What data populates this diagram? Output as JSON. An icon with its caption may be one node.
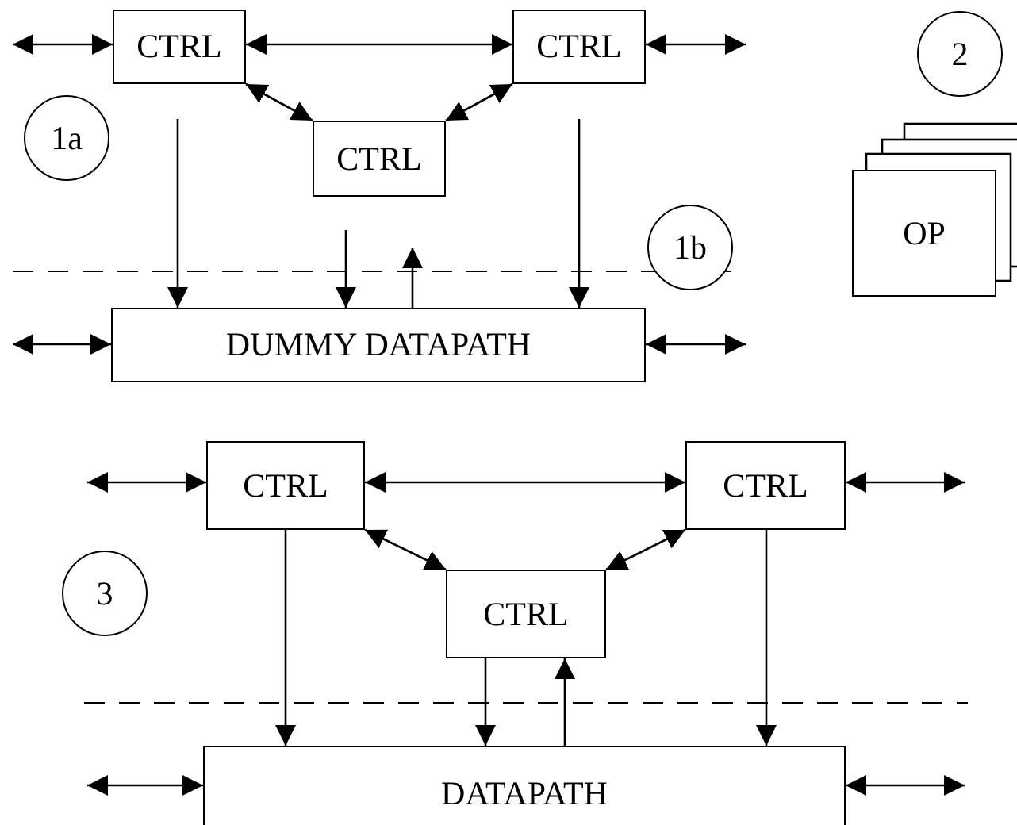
{
  "diagram": {
    "nodes": [
      {
        "text": [
          "CTRL"
        ]
      },
      {
        "text": [
          "CTRL"
        ]
      },
      {
        "text": [
          "CTRL"
        ]
      },
      {
        "text": [
          "DUMMY DATAPATH"
        ]
      },
      {
        "text": [
          "1a"
        ]
      },
      {
        "text": [
          "1b"
        ]
      },
      {
        "text": [
          "2"
        ]
      },
      {
        "text": [
          "OP"
        ]
      },
      {
        "text": [
          "CTRL"
        ]
      },
      {
        "text": [
          "CTRL"
        ]
      },
      {
        "text": [
          "CTRL"
        ]
      },
      {
        "text": [
          "DATAPATH"
        ]
      },
      {
        "text": [
          "3"
        ]
      }
    ],
    "edges": [
      {
        "from": null,
        "to": 0,
        "arrow": "both"
      },
      {
        "from": 0,
        "to": 1,
        "arrow": "both"
      },
      {
        "from": 1,
        "to": null,
        "arrow": "both"
      },
      {
        "from": 0,
        "to": 2,
        "arrow": "both"
      },
      {
        "from": 1,
        "to": 2,
        "arrow": "both"
      },
      {
        "from": null,
        "to": 3,
        "arrow": "to"
      },
      {
        "from": null,
        "to": 3,
        "arrow": "to"
      },
      {
        "from": 3,
        "to": null,
        "arrow": "to"
      },
      {
        "from": null,
        "to": 3,
        "arrow": "to"
      },
      {
        "from": null,
        "to": 3,
        "arrow": "both"
      },
      {
        "from": 3,
        "to": null,
        "arrow": "both"
      },
      {
        "from": null,
        "to": 8,
        "arrow": "both"
      },
      {
        "from": 8,
        "to": 9,
        "arrow": "both"
      },
      {
        "from": 9,
        "to": null,
        "arrow": "both"
      },
      {
        "from": 8,
        "to": 10,
        "arrow": "both"
      },
      {
        "from": 9,
        "to": 10,
        "arrow": "both"
      },
      {
        "from": 8,
        "to": 11,
        "arrow": "to"
      },
      {
        "from": 10,
        "to": 11,
        "arrow": "to"
      },
      {
        "from": 11,
        "to": 10,
        "arrow": "to"
      },
      {
        "from": 9,
        "to": 11,
        "arrow": "to"
      },
      {
        "from": null,
        "to": 11,
        "arrow": "both"
      },
      {
        "from": 11,
        "to": null,
        "arrow": "both"
      }
    ]
  }
}
